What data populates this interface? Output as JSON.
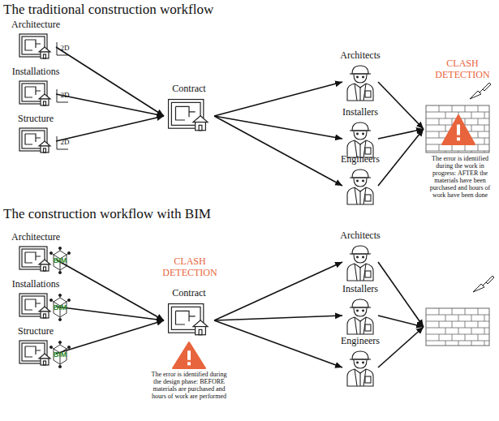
{
  "diagram": {
    "nodes": [
      {
        "text": [
          "Architecture",
          "2D"
        ]
      },
      {
        "text": [
          "Installations",
          "2D"
        ]
      },
      {
        "text": [
          "Structure",
          "2D"
        ]
      },
      {
        "text": [
          "Contract"
        ]
      },
      {
        "text": [
          "Architects"
        ]
      },
      {
        "text": [
          "Installers"
        ]
      },
      {
        "text": [
          "Engineers"
        ]
      },
      {
        "text": [
          "CLASH DETECTION",
          "The error is identified during the work in progress: AFTER the materials have been purchased and hours of work have been done"
        ]
      },
      {
        "text": [
          "Architecture",
          "BIM"
        ]
      },
      {
        "text": [
          "Installations",
          "BIM"
        ]
      },
      {
        "text": [
          "Structure",
          "BIM"
        ]
      },
      {
        "text": [
          "CLASH DETECTION",
          "Contract",
          "The error is identified during the design phase: BEFORE materials are purchased and hours of work are performed"
        ]
      },
      {
        "text": [
          "Architects"
        ]
      },
      {
        "text": [
          "Installers"
        ]
      },
      {
        "text": [
          "Engineers"
        ]
      },
      {
        "text": []
      }
    ],
    "edges": [
      {
        "from": 0,
        "to": 3,
        "arrow": "to"
      },
      {
        "from": 1,
        "to": 3,
        "arrow": "to"
      },
      {
        "from": 2,
        "to": 3,
        "arrow": "to"
      },
      {
        "from": 3,
        "to": 4,
        "arrow": "to"
      },
      {
        "from": 3,
        "to": 5,
        "arrow": "to"
      },
      {
        "from": 3,
        "to": 6,
        "arrow": "to"
      },
      {
        "from": 4,
        "to": 7,
        "arrow": "to"
      },
      {
        "from": 5,
        "to": 7,
        "arrow": "to"
      },
      {
        "from": 6,
        "to": 7,
        "arrow": "to"
      },
      {
        "from": 8,
        "to": 11,
        "arrow": "to"
      },
      {
        "from": 9,
        "to": 11,
        "arrow": "to"
      },
      {
        "from": 10,
        "to": 11,
        "arrow": "to"
      },
      {
        "from": 11,
        "to": 12,
        "arrow": "to"
      },
      {
        "from": 11,
        "to": 13,
        "arrow": "to"
      },
      {
        "from": 11,
        "to": 14,
        "arrow": "to"
      },
      {
        "from": 12,
        "to": 15,
        "arrow": "to"
      },
      {
        "from": 13,
        "to": 15,
        "arrow": "to"
      },
      {
        "from": 14,
        "to": 15,
        "arrow": "to"
      }
    ],
    "labels": [
      "The traditional construction workflow",
      "The construction workflow with BIM"
    ]
  }
}
